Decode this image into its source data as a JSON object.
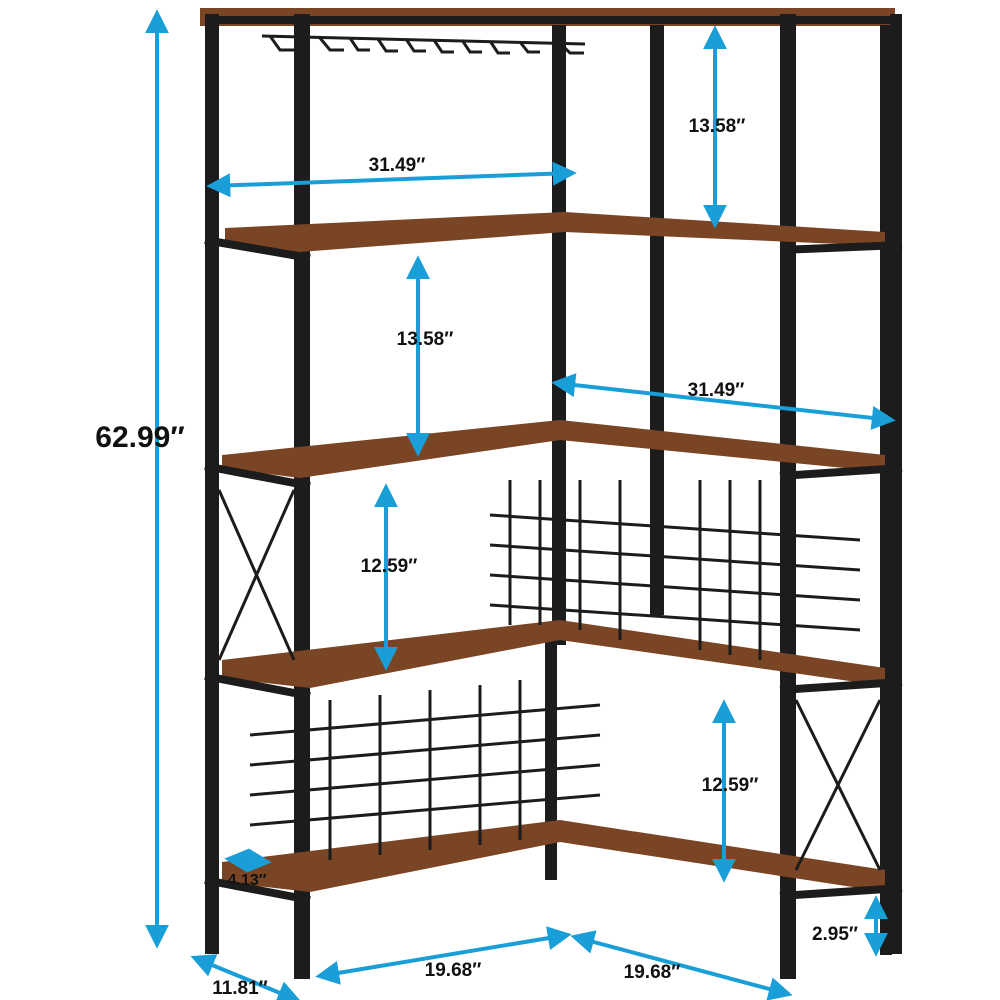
{
  "product": {
    "description_hidden": false,
    "colors": {
      "frame": "#1c1c1c",
      "wood": "#7a4524",
      "wood_dark": "#5a2f17",
      "wood_light": "#9a5a30",
      "arrow": "#1a9ed8",
      "text": "#111111"
    }
  },
  "dimensions": {
    "total_height": "62.99″",
    "top_gap": "13.58″",
    "top_width": "31.49″",
    "second_gap": "13.58″",
    "middle_width": "31.49″",
    "third_gap": "12.59″",
    "bottom_gap": "12.59″",
    "inner_depth": "4.13″",
    "depth": "11.81″",
    "left_width": "19.68″",
    "right_width": "19.68″",
    "foot_height": "2.95″"
  }
}
